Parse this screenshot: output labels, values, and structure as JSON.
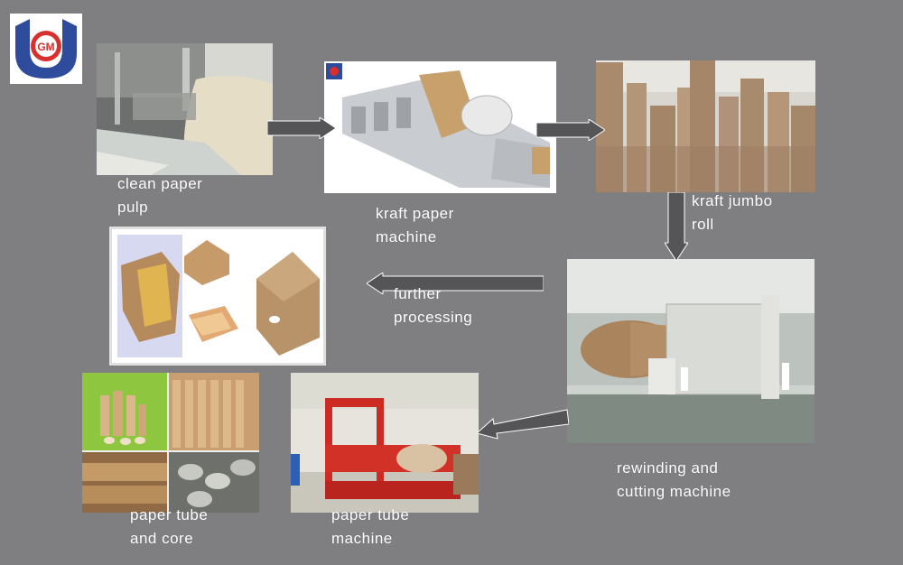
{
  "logo": {
    "text": "GM"
  },
  "steps": {
    "pulp": {
      "line1": "clean paper",
      "line2": "pulp"
    },
    "machine": {
      "line1": "kraft paper",
      "line2": "machine"
    },
    "jumbo": {
      "line1": "kraft jumbo",
      "line2": "roll"
    },
    "processing": {
      "line1": "further",
      "line2": "processing"
    },
    "rewinding": {
      "line1": "rewinding and",
      "line2": "cutting machine"
    },
    "tube_machine": {
      "line1": "paper tube",
      "line2": "machine"
    },
    "tube_core": {
      "line1": "paper tube",
      "line2": "and core"
    }
  },
  "colors": {
    "background": "#7f7f82",
    "arrow": "#555558",
    "logo_blue": "#2f4c9c",
    "logo_red": "#d8302c"
  }
}
